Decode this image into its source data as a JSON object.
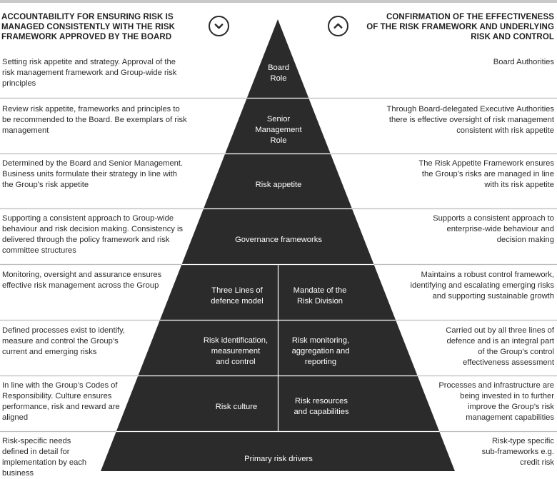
{
  "header": {
    "left_title": "ACCOUNTABILITY FOR ENSURING RISK IS\nMANAGED CONSISTENTLY WITH THE RISK\nFRAMEWORK APPROVED BY THE BOARD",
    "right_title": "CONFIRMATION OF THE EFFECTIVENESS\nOF THE RISK FRAMEWORK AND UNDERLYING\nRISK AND CONTROL"
  },
  "icons": {
    "left": "chevron-down-circle-icon",
    "right": "chevron-up-circle-icon"
  },
  "colors": {
    "pyramid": "#2b2b2b",
    "separator": "#bdbdbd",
    "label": "#ffffff"
  },
  "rows": [
    {
      "left": "Setting risk appetite and strategy. Approval of the risk management framework and Group-wide risk principles",
      "center": [
        "Board\nRole"
      ],
      "right": "Board Authorities"
    },
    {
      "left": "Review risk appetite, frameworks and principles to be recommended to the Board. Be exemplars of risk management",
      "center": [
        "Senior\nManagement\nRole"
      ],
      "right": "Through Board-delegated Executive Authorities there is effective oversight of risk management consistent with risk appetite"
    },
    {
      "left": "Determined by the Board and Senior Management. Business units formulate their strategy in line with the Group’s risk appetite",
      "center": [
        "Risk appetite"
      ],
      "right": "The Risk Appetite Framework ensures the Group’s risks are managed in line with its risk appetite"
    },
    {
      "left": "Supporting a consistent approach to Group-wide behaviour and risk decision making. Consistency is delivered through the policy framework and risk committee structures",
      "center": [
        "Governance frameworks"
      ],
      "right": "Supports a consistent approach to enterprise-wide behaviour and decision making"
    },
    {
      "left": "Monitoring, oversight and assurance ensures effective risk management across the Group",
      "center": [
        "Three Lines of\ndefence model",
        "Mandate of the\nRisk Division"
      ],
      "right": "Maintains a robust control framework, identifying and escalating emerging risks and supporting sustainable growth"
    },
    {
      "left": "Defined processes exist to identify, measure and control the Group’s current and emerging risks",
      "center": [
        "Risk identification,\nmeasurement\nand control",
        "Risk monitoring,\naggregation and\nreporting"
      ],
      "right": "Carried out by all three lines of defence and is an integral part of the Group’s control effectiveness assessment"
    },
    {
      "left": "In line with the Group’s Codes of Responsibility. Culture ensures performance, risk and reward are aligned",
      "center": [
        "Risk culture",
        "Risk resources\nand capabilities"
      ],
      "right": "Processes and infrastructure are being invested in to further improve the Group’s risk management capabilities"
    },
    {
      "left": "Risk-specific needs defined in detail for implementation by each business",
      "center": [
        "Primary risk drivers"
      ],
      "right": "Risk-type specific sub-frameworks e.g. credit risk"
    }
  ]
}
